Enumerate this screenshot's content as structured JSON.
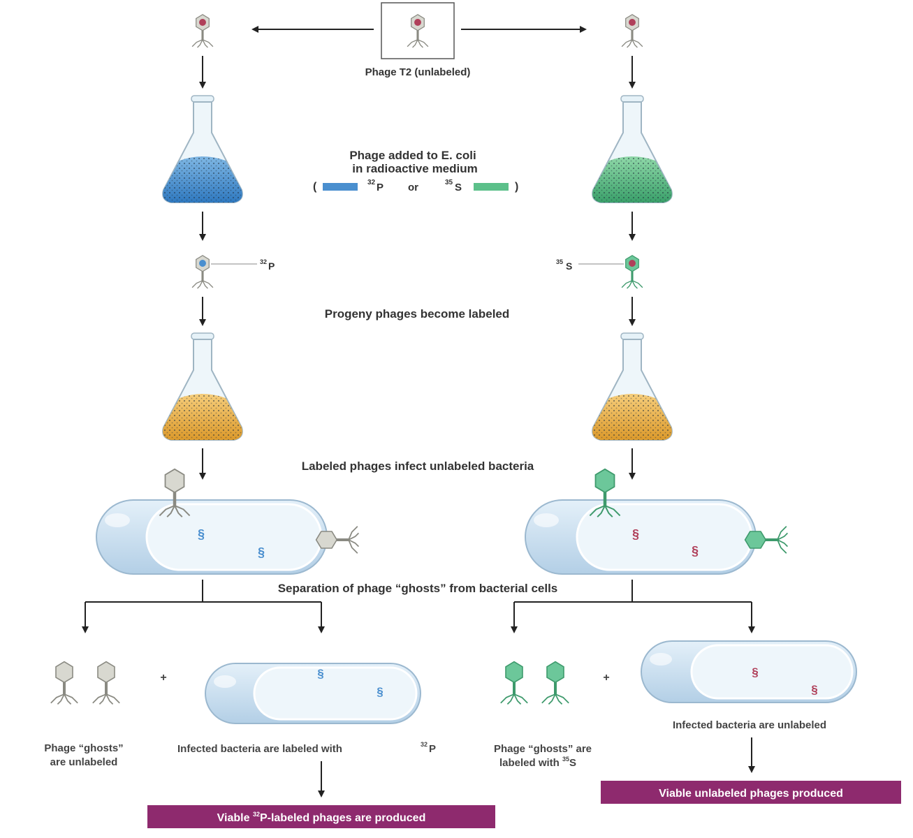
{
  "title": "Phage T2 (unlabeled)",
  "medium": {
    "line1": "Phage added to E. coli",
    "line2": "in radioactive medium",
    "open_paren": "(",
    "close_paren": ")",
    "or": "or",
    "p_mass": "32",
    "p_el": "P",
    "s_mass": "35",
    "s_el": "S"
  },
  "progeny": "Progeny phages become labeled",
  "infect": "Labeled phages infect unlabeled bacteria",
  "separation": "Separation of phage “ghosts” from bacterial cells",
  "plus": "+",
  "left_result": {
    "ghosts_line1": "Phage “ghosts”",
    "ghosts_line2": "are unlabeled",
    "bacteria_text": "Infected bacteria are labeled with ",
    "bacteria_mass": "32",
    "bacteria_el": "P",
    "banner_pre": "Viable ",
    "banner_mass": "32",
    "banner_post": "P-labeled phages are produced"
  },
  "right_result": {
    "ghosts_line1": "Phage “ghosts” are",
    "ghosts_line2": "labeled with ",
    "ghosts_mass": "35",
    "ghosts_el": "S",
    "bacteria_text": "Infected bacteria are unlabeled",
    "banner": "Viable unlabeled phages produced"
  },
  "colors": {
    "p32_blue": "#4a8fcf",
    "s35_green": "#5cc08a",
    "banner_purple": "#8e2a6e",
    "orange_medium": "#e8a83a",
    "cell_blue": "#cfe3f2",
    "phage_gray": "#d8d8d0",
    "phage_green": "#6cc79a",
    "dna_red": "#b0405a"
  }
}
